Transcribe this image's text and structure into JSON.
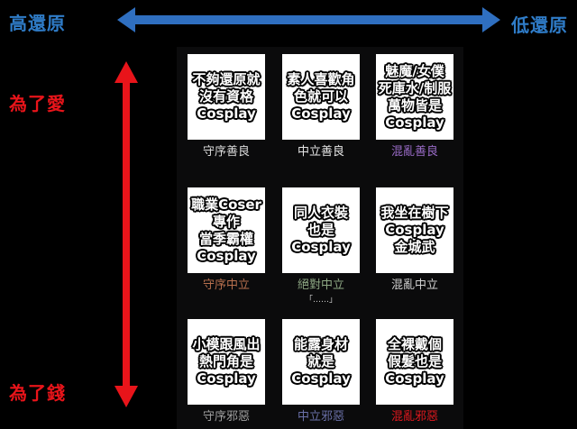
{
  "axes": {
    "left_top": "高還原",
    "right_top": "低還原",
    "top_side": "為了愛",
    "bottom_side": "為了錢",
    "horizontal_color": "#2f6fc0",
    "vertical_color": "#e8141a"
  },
  "cells": [
    {
      "lines": [
        "不夠還原就",
        "沒有資格",
        "Cosplay"
      ],
      "alignment": "守序善良",
      "color": "#dddddd"
    },
    {
      "lines": [
        "素人喜歡角",
        "色就可以",
        "Cosplay"
      ],
      "alignment": "中立善良",
      "color": "#e6e6e6"
    },
    {
      "lines": [
        "魅魔/女僕",
        "死庫水/制服",
        "萬物皆是",
        "Cosplay"
      ],
      "alignment": "混亂善良",
      "color": "#9a6cc8"
    },
    {
      "lines": [
        "職業Coser",
        "專作",
        "當季霸權",
        "Cosplay"
      ],
      "alignment": "守序中立",
      "color": "#b8704e"
    },
    {
      "lines": [
        "同人衣裝",
        "也是",
        "Cosplay"
      ],
      "alignment": "絕對中立",
      "color": "#8ea884",
      "note": "「……」"
    },
    {
      "lines": [
        "我坐在樹下",
        "Cosplay",
        "金城武"
      ],
      "alignment": "混亂中立",
      "color": "#d0d0d0"
    },
    {
      "lines": [
        "小模跟風出",
        "熱門角是",
        "Cosplay"
      ],
      "alignment": "守序邪惡",
      "color": "#a0a0a0"
    },
    {
      "lines": [
        "能露身材",
        "就是",
        "Cosplay"
      ],
      "alignment": "中立邪惡",
      "color": "#6a70a8"
    },
    {
      "lines": [
        "全裸戴個",
        "假髮也是",
        "Cosplay"
      ],
      "alignment": "混亂邪惡",
      "color": "#e0181e"
    }
  ]
}
